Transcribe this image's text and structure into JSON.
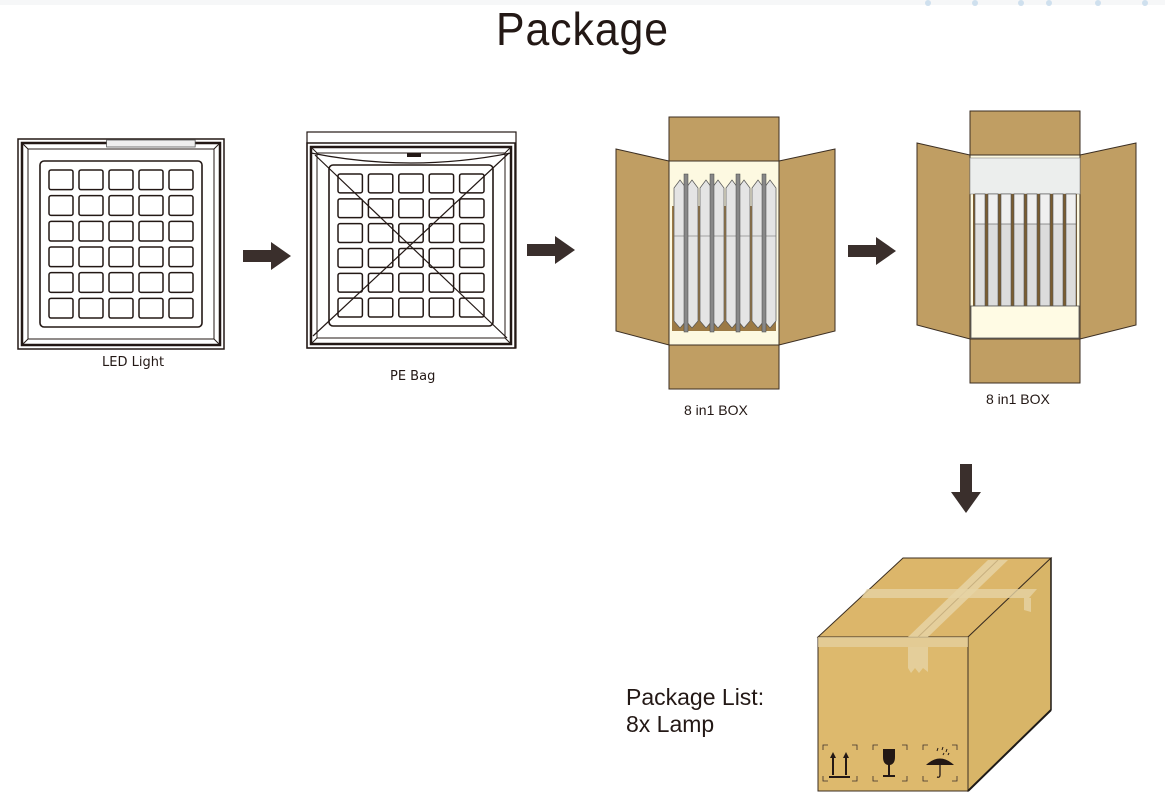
{
  "title": "Package",
  "steps": [
    {
      "label": "LED Light",
      "icon": "led-panel-icon"
    },
    {
      "label": "PE Bag",
      "icon": "pe-bag-panel-icon"
    },
    {
      "label": "8 in1  BOX",
      "icon": "open-box-with-panels-icon"
    },
    {
      "label": "8 in1  BOX",
      "icon": "open-box-with-foam-icon"
    }
  ],
  "arrows": [
    "arrow-right-icon",
    "arrow-right-icon",
    "arrow-right-icon",
    "arrow-down-icon"
  ],
  "final_box": {
    "icon": "sealed-carton-icon",
    "handling_marks": [
      "this-way-up-icon",
      "fragile-icon",
      "keep-dry-icon"
    ]
  },
  "package_list": {
    "heading": "Package List:",
    "item": "8x Lamp"
  },
  "colors": {
    "cardboard": "#c09e63",
    "carton_front": "#d9b86b",
    "foam": "#fdf9e1",
    "arrow": "#3a2f2c"
  }
}
